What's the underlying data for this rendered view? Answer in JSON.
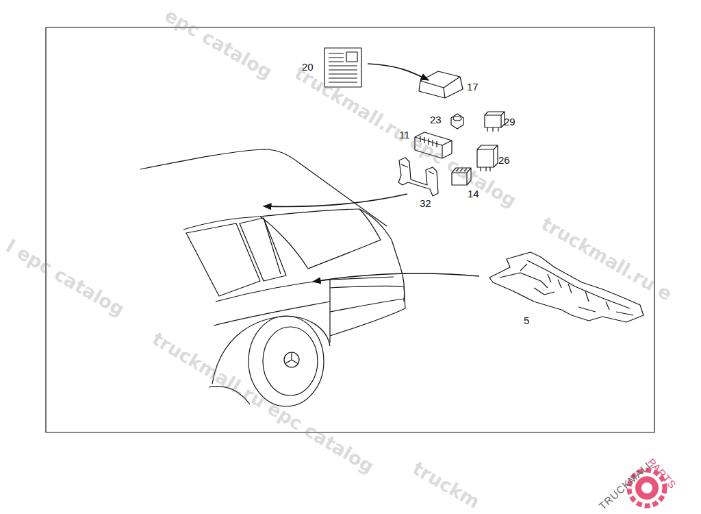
{
  "diagram": {
    "labels": [
      "20",
      "17",
      "23",
      "29",
      "11",
      "26",
      "32",
      "14",
      "5",
      "epc catalog",
      "truckmall.ru epc catalog",
      "truckmall.ru e",
      "l epc catalog",
      "truckmall.ru epc catalog",
      "truckm",
      "TRUCKMALL",
      "PARTS"
    ]
  }
}
